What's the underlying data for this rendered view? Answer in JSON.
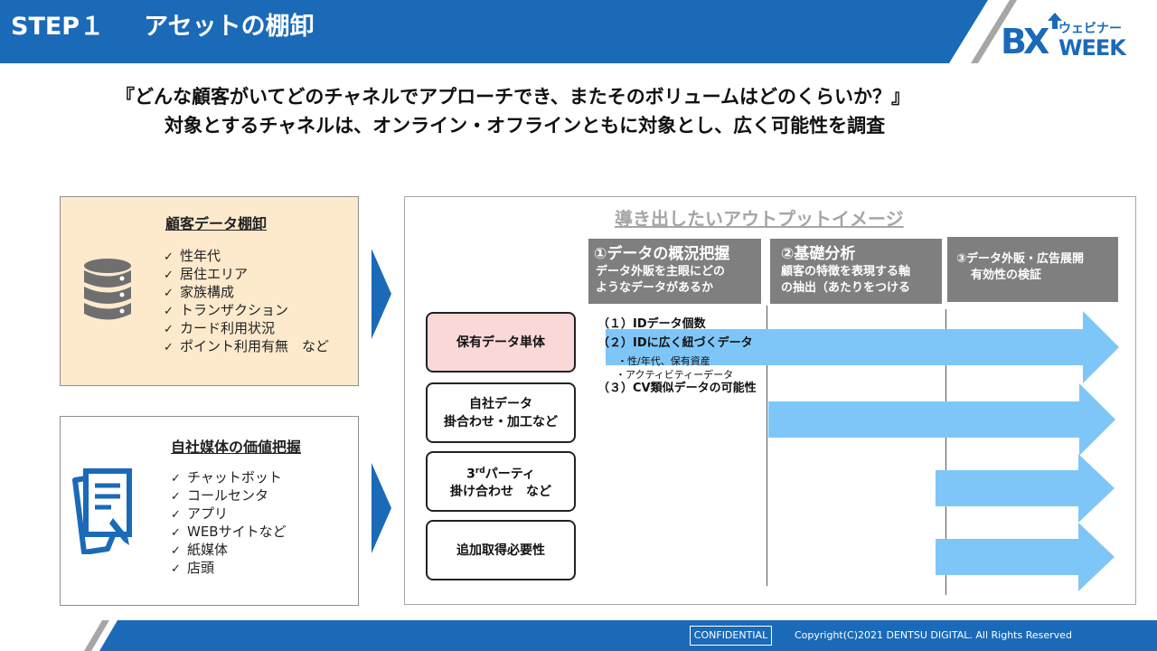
{
  "header": {
    "step": "STEP１",
    "title": "アセットの棚卸",
    "bar_color": "#1b6ab8",
    "logo_bx": "BX",
    "logo_web": "ウェビナー",
    "logo_week": "WEEK"
  },
  "headline": {
    "line1": "『どんな顧客がいてどのチャネルでアプローチでき、またそのボリュームはどのくらいか？』",
    "line2": "対象とするチャネルは、オンライン・オフラインともに対象とし、広く可能性を調査"
  },
  "customer_box": {
    "title": "顧客データ棚卸",
    "icon": "database-icon",
    "items": [
      "性年代",
      "居住エリア",
      "家族構成",
      "トランザクション",
      "カード利用状況",
      "ポイント利用有無　など"
    ]
  },
  "media_box": {
    "title": "自社媒体の価値把握",
    "icon": "document-edit-icon",
    "items": [
      "チャットボット",
      "コールセンタ",
      "アプリ",
      "WEBサイトなど",
      "紙媒体",
      "店頭"
    ]
  },
  "check_mark": "✓",
  "output_panel": {
    "title": "導き出したいアウトプットイメージ",
    "columns": [
      {
        "title": "①データの概況把握",
        "sub1": "データ外販を主眼にどの",
        "sub2": "ようなデータがあるか"
      },
      {
        "title": "②基礎分析",
        "sub1": "顧客の特徴を表現する軸",
        "sub2": "の抽出（あたりをつける"
      },
      {
        "title": "③データ外販・広告展開",
        "sub1": "有効性の検証",
        "sub2": ""
      }
    ],
    "rows": [
      {
        "line1": "保有データ単体",
        "line2": ""
      },
      {
        "line1": "自社データ",
        "line2": "掛合わせ・加工など"
      },
      {
        "line1": "3",
        "sup": "rd",
        "rest": "パーティ",
        "line2": "掛け合わせ　など"
      },
      {
        "line1": "追加取得必要性",
        "line2": ""
      }
    ],
    "notes": {
      "n1": "（１）IDデータ個数",
      "n2": "（２）IDに広く紐づくデータ",
      "s1": "・性/年代、保有資産",
      "s2": "・アクティビティーデータ",
      "n3": "（３）CV類似データの可能性"
    },
    "arrow_color": "#7fc6f8"
  },
  "footer": {
    "confidential": "CONFIDENTIAL",
    "copyright": "Copyright(C)2021 DENTSU DIGITAL. All Rights Reserved"
  }
}
